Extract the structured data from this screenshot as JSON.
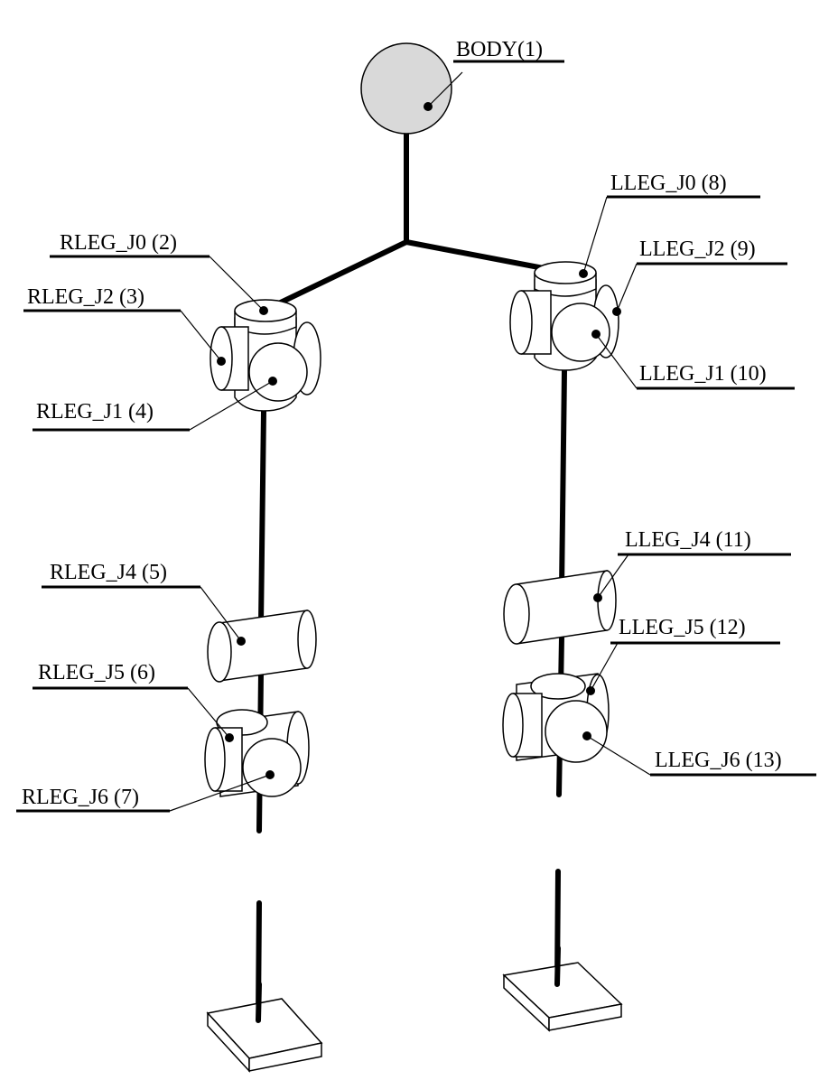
{
  "labels": {
    "body": "BODY(1)",
    "rleg_j0": "RLEG_J0 (2)",
    "rleg_j2": "RLEG_J2 (3)",
    "rleg_j1": "RLEG_J1 (4)",
    "rleg_j4": "RLEG_J4 (5)",
    "rleg_j5": "RLEG_J5 (6)",
    "rleg_j6": "RLEG_J6 (7)",
    "lleg_j0": "LLEG_J0 (8)",
    "lleg_j2": "LLEG_J2 (9)",
    "lleg_j1": "LLEG_J1 (10)",
    "lleg_j4": "LLEG_J4 (11)",
    "lleg_j5": "LLEG_J5 (12)",
    "lleg_j6": "LLEG_J6 (13)"
  },
  "colors": {
    "body_fill": "#d9d9d9",
    "stroke": "#000000",
    "background": "#ffffff"
  }
}
